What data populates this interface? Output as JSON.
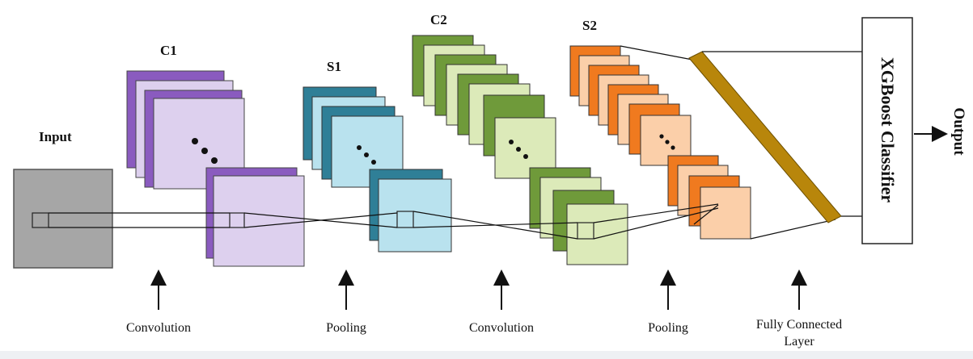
{
  "labels": {
    "input": "Input",
    "c1": "C1",
    "s1": "S1",
    "c2": "C2",
    "s2": "S2",
    "classifier": "XGBoost Classifier",
    "output": "Output"
  },
  "operations": {
    "convolution_1": "Convolution",
    "pooling_1": "Pooling",
    "convolution_2": "Convolution",
    "pooling_2": "Pooling",
    "fully_connected_line1": "Fully Connected",
    "fully_connected_line2": "Layer"
  },
  "colors": {
    "input_fill": "#a6a6a6",
    "c1_dark": "#8a5bbf",
    "c1_light": "#ddd0ee",
    "s1_dark": "#2f7f97",
    "s1_light": "#b9e2ee",
    "c2_dark": "#6f9a3a",
    "c2_light": "#dceab9",
    "s2_dark": "#f07a1f",
    "s2_light": "#fbcfa9",
    "fc_bar": "#b8860b"
  }
}
